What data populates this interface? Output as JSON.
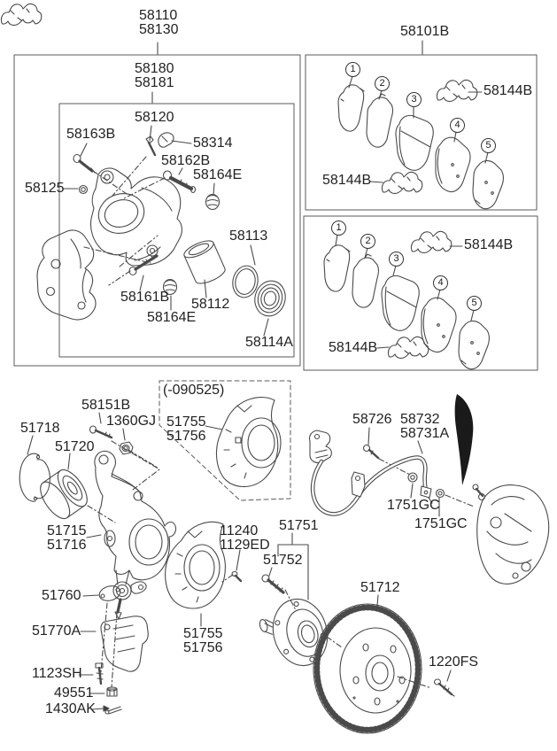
{
  "diagram": {
    "caliper_panel": {
      "assembly": {
        "l1": "58110",
        "l2": "58130"
      },
      "caliper_sub": {
        "l1": "58180",
        "l2": "58181"
      },
      "bleeder_screw": "58120",
      "bleeder_cap": "58314",
      "bolt": "58163B",
      "guide_rod_upper": "58162B",
      "rod_boot_upper": "58164E",
      "oring": "58125",
      "guide_rod_lower": "58161B",
      "rod_boot_lower": "58164E",
      "piston": "58112",
      "piston_seal": "58113",
      "dust_boot": "58114A"
    },
    "pad_kit_upper": {
      "kit": "58101B",
      "callouts": [
        "1",
        "2",
        "3",
        "4",
        "5"
      ],
      "spring_clip_right": "58144B",
      "spring_clip_left": "58144B"
    },
    "pad_kit_lower": {
      "callouts": [
        "1",
        "2",
        "3",
        "4",
        "5"
      ],
      "spring_clip_right": "58144B",
      "spring_clip_left": "58144B"
    },
    "hub_section": {
      "bolt": "58151B",
      "nut": "1360GJ",
      "snap_ring": "51718",
      "wheel_bearing": "51720",
      "production_note": "(-090525)",
      "dust_cover_early": {
        "l1": "51755",
        "l2": "51756"
      },
      "hose_bolt": "58726",
      "brake_hose": {
        "l1": "58732",
        "l2": "58731A"
      },
      "washer_upper": "1751GC",
      "washer_lower": "1751GC",
      "knuckle": {
        "l1": "51715",
        "l2": "51716"
      },
      "cover_bolt": {
        "l1": "11240",
        "l2": "1129ED"
      },
      "hub_assembly": "51751",
      "wheel_stud": "51752",
      "ball_joint": "51760",
      "fork": "51770A",
      "dust_cover": {
        "l1": "51755",
        "l2": "51756"
      },
      "fork_bolt": "1123SH",
      "castle_nut": "49551",
      "cotter_pin": "1430AK",
      "brake_disc": "51712",
      "disc_screw": "1220FS"
    }
  }
}
